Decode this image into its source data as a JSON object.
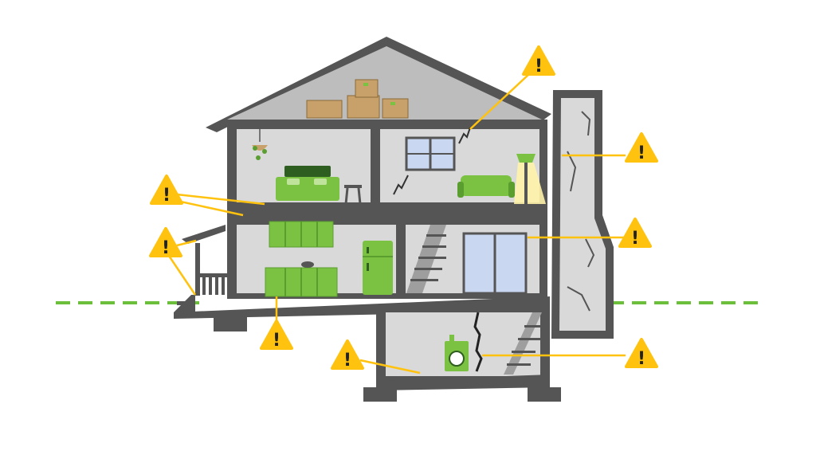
{
  "colors": {
    "background": "#ffffff",
    "wall": "#555555",
    "room": "#d9d9d9",
    "attic": "#bdbdbd",
    "furniture": "#7cc242",
    "furniture_dark": "#5a9e2f",
    "ground_line": "#6bbf3b",
    "warning_fill": "#ffc20e",
    "callout_line": "#ffc20e",
    "window": "#c9d7f0",
    "box": "#c8a06a",
    "lamp_light": "#fff2a8",
    "crack": "#333333"
  },
  "icons": {
    "warning": "warning-triangle-icon"
  },
  "warnings": [
    {
      "id": "attic-roof-crack",
      "mark": "!"
    },
    {
      "id": "chimney-upper",
      "mark": "!"
    },
    {
      "id": "chimney-lower",
      "mark": "!"
    },
    {
      "id": "floor-joist-bedroom",
      "mark": "!"
    },
    {
      "id": "porch-steps",
      "mark": "!"
    },
    {
      "id": "main-floor-slab",
      "mark": "!"
    },
    {
      "id": "basement-floor",
      "mark": "!"
    },
    {
      "id": "basement-wall-crack",
      "mark": "!"
    }
  ]
}
